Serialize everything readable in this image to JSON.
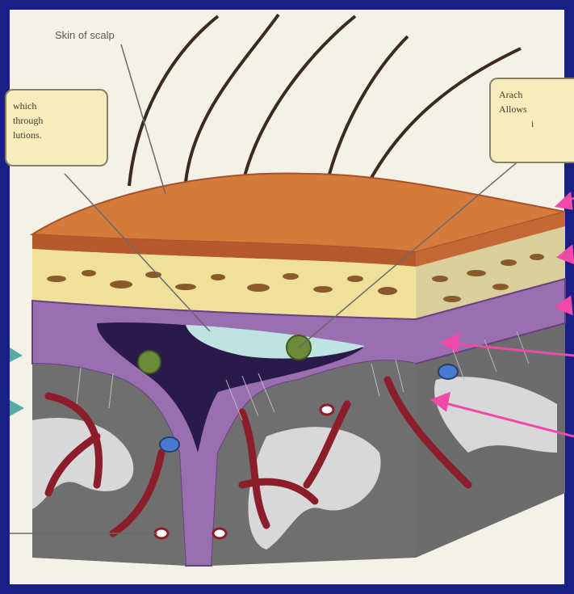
{
  "labels": {
    "scalp": "Skin of scalp",
    "left_callout": [
      "which",
      "through",
      "lutions."
    ],
    "right_callout": [
      "Arach",
      "Allows",
      "i"
    ]
  },
  "colors": {
    "frame": "#1a1f86",
    "background": "#f4f1e8",
    "scalp": "#d47a3b",
    "bone": "#efe09a",
    "dura": "#9a6fb0",
    "sinus": "#2a1a4a",
    "csf": "#bfe3e0",
    "brain_grey": "#8a8a8a",
    "brain_white": "#d8d8d8",
    "vessel": "#8b1e2a",
    "pointer": "#f04aa8"
  }
}
